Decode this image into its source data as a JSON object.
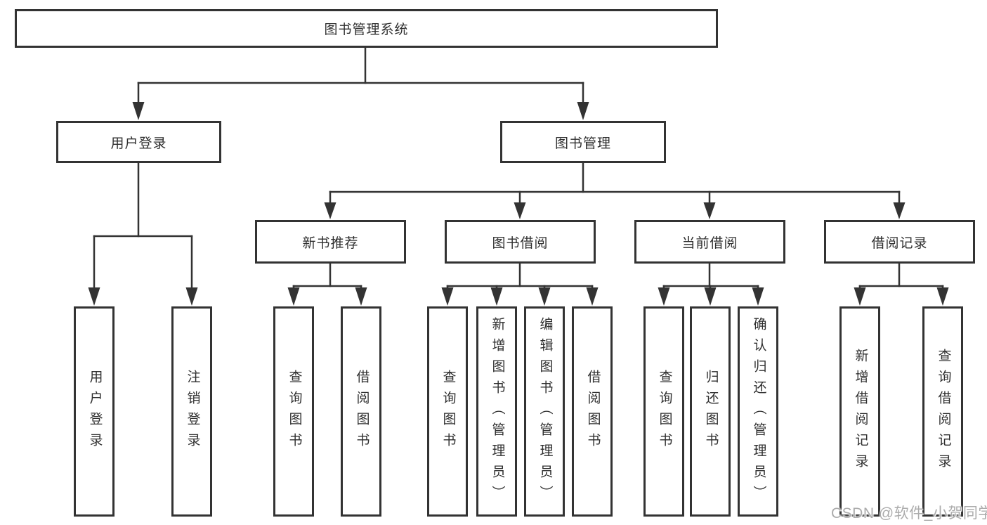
{
  "tree": {
    "label": "图书管理系统",
    "children": [
      {
        "label": "用户登录",
        "children": [
          {
            "label": "用户登录"
          },
          {
            "label": "注销登录"
          }
        ]
      },
      {
        "label": "图书管理",
        "children": [
          {
            "label": "新书推荐",
            "children": [
              {
                "label": "查询图书"
              },
              {
                "label": "借阅图书"
              }
            ]
          },
          {
            "label": "图书借阅",
            "children": [
              {
                "label": "查询图书"
              },
              {
                "label": "新增图书（管理员）"
              },
              {
                "label": "编辑图书（管理员）"
              },
              {
                "label": "借阅图书"
              }
            ]
          },
          {
            "label": "当前借阅",
            "children": [
              {
                "label": "查询图书"
              },
              {
                "label": "归还图书"
              },
              {
                "label": "确认归还（管理员）"
              }
            ]
          },
          {
            "label": "借阅记录",
            "children": [
              {
                "label": "新增借阅记录"
              },
              {
                "label": "查询借阅记录"
              }
            ]
          }
        ]
      }
    ]
  },
  "watermark": {
    "text": "CSDN @软件_小贺同学"
  },
  "colors": {
    "line": "#333333",
    "text": "#2f2f2f",
    "watermark": "#ababab",
    "background": "#ffffff"
  }
}
